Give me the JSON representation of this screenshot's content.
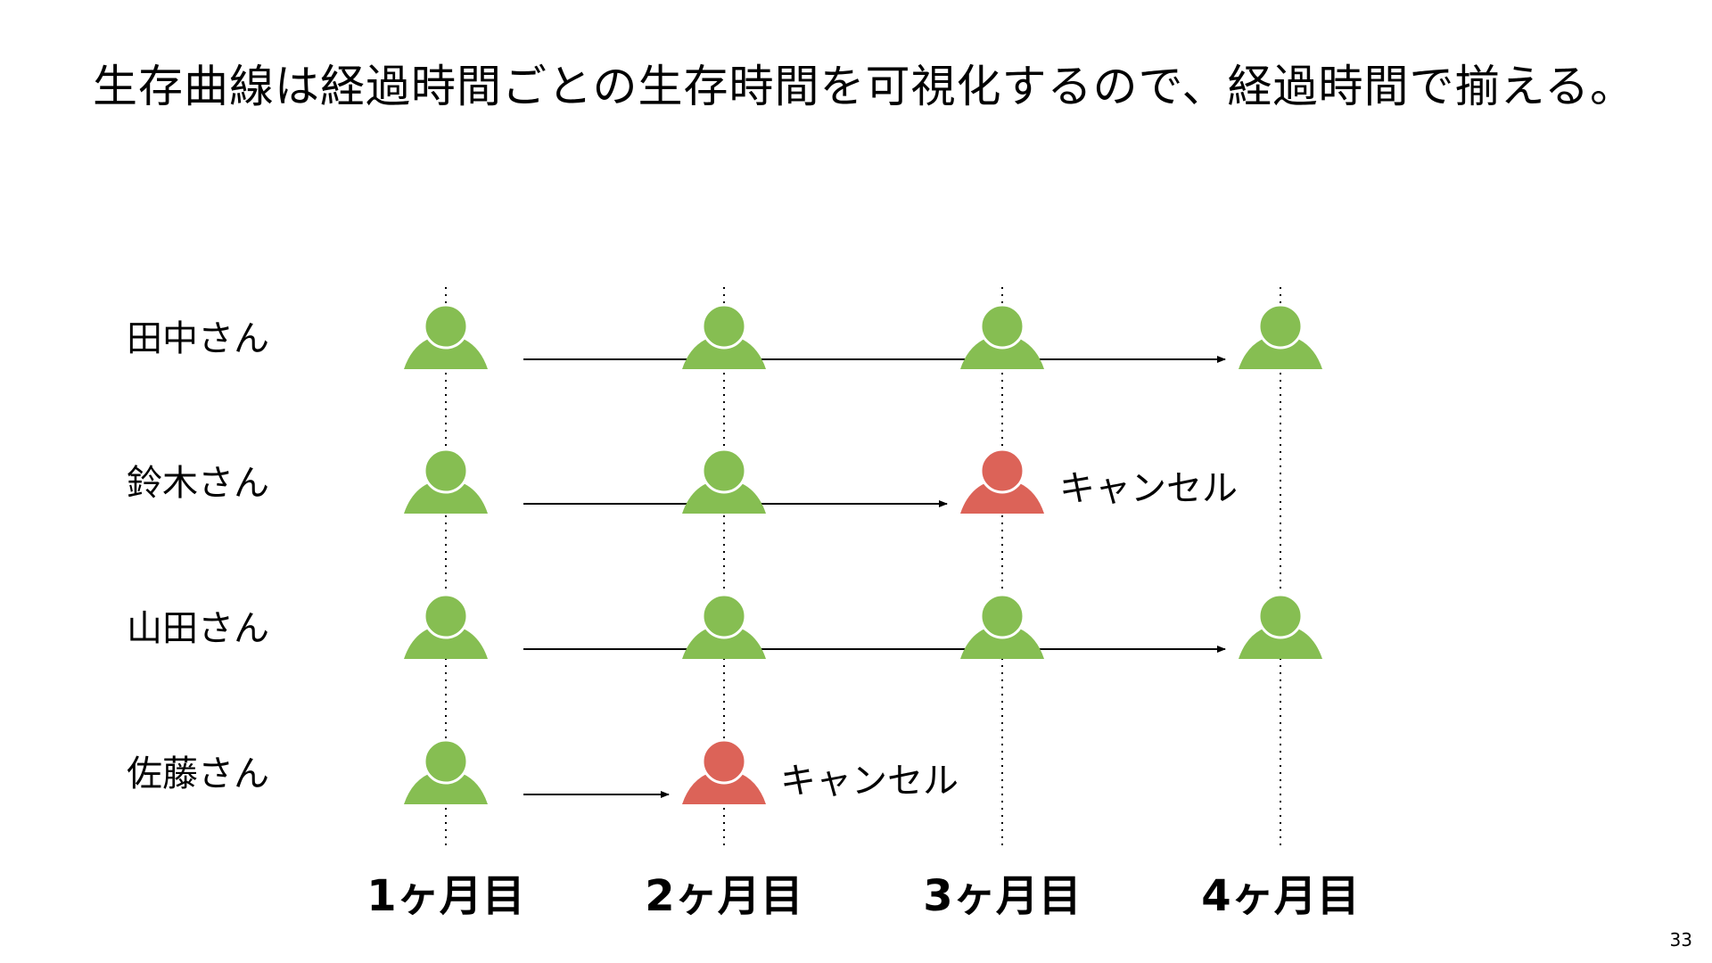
{
  "title": "生存曲線は経過時間ごとの生存時間を可視化するので、経過時間で揃える。",
  "page_number": "33",
  "colors": {
    "active": "#86BE52",
    "cancelled": "#DC6358",
    "line": "#000000",
    "background": "#FFFFFF"
  },
  "months": [
    {
      "label": "1ヶ月目"
    },
    {
      "label": "2ヶ月目"
    },
    {
      "label": "3ヶ月目"
    },
    {
      "label": "4ヶ月目"
    }
  ],
  "customers": [
    {
      "name": "田中さん",
      "statuses": [
        "active",
        "active",
        "active",
        "active"
      ],
      "cancel_label": ""
    },
    {
      "name": "鈴木さん",
      "statuses": [
        "active",
        "active",
        "cancelled",
        null
      ],
      "cancel_label": "キャンセル"
    },
    {
      "name": "山田さん",
      "statuses": [
        "active",
        "active",
        "active",
        "active"
      ],
      "cancel_label": ""
    },
    {
      "name": "佐藤さん",
      "statuses": [
        "active",
        "cancelled",
        null,
        null
      ],
      "cancel_label": "キャンセル"
    }
  ]
}
